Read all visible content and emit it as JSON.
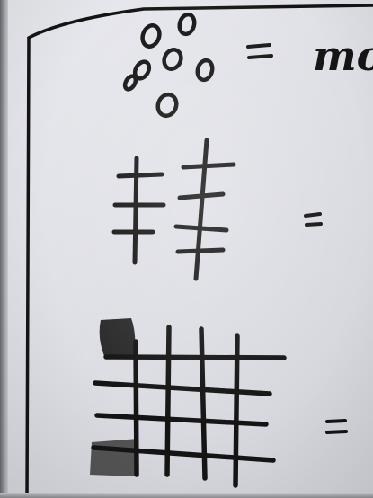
{
  "image": {
    "description_words": {
      "row1_partial_word": "mo",
      "equals_sign": "="
    },
    "ink_color": "#141414",
    "paper_color": "#e4e5ea",
    "rows": [
      {
        "symbol": "seven-circles",
        "equals": "=",
        "trailing_text": "mo"
      },
      {
        "symbol": "two-tally-sticks",
        "equals": "="
      },
      {
        "symbol": "grid-with-filled-corners",
        "equals": "="
      }
    ]
  }
}
